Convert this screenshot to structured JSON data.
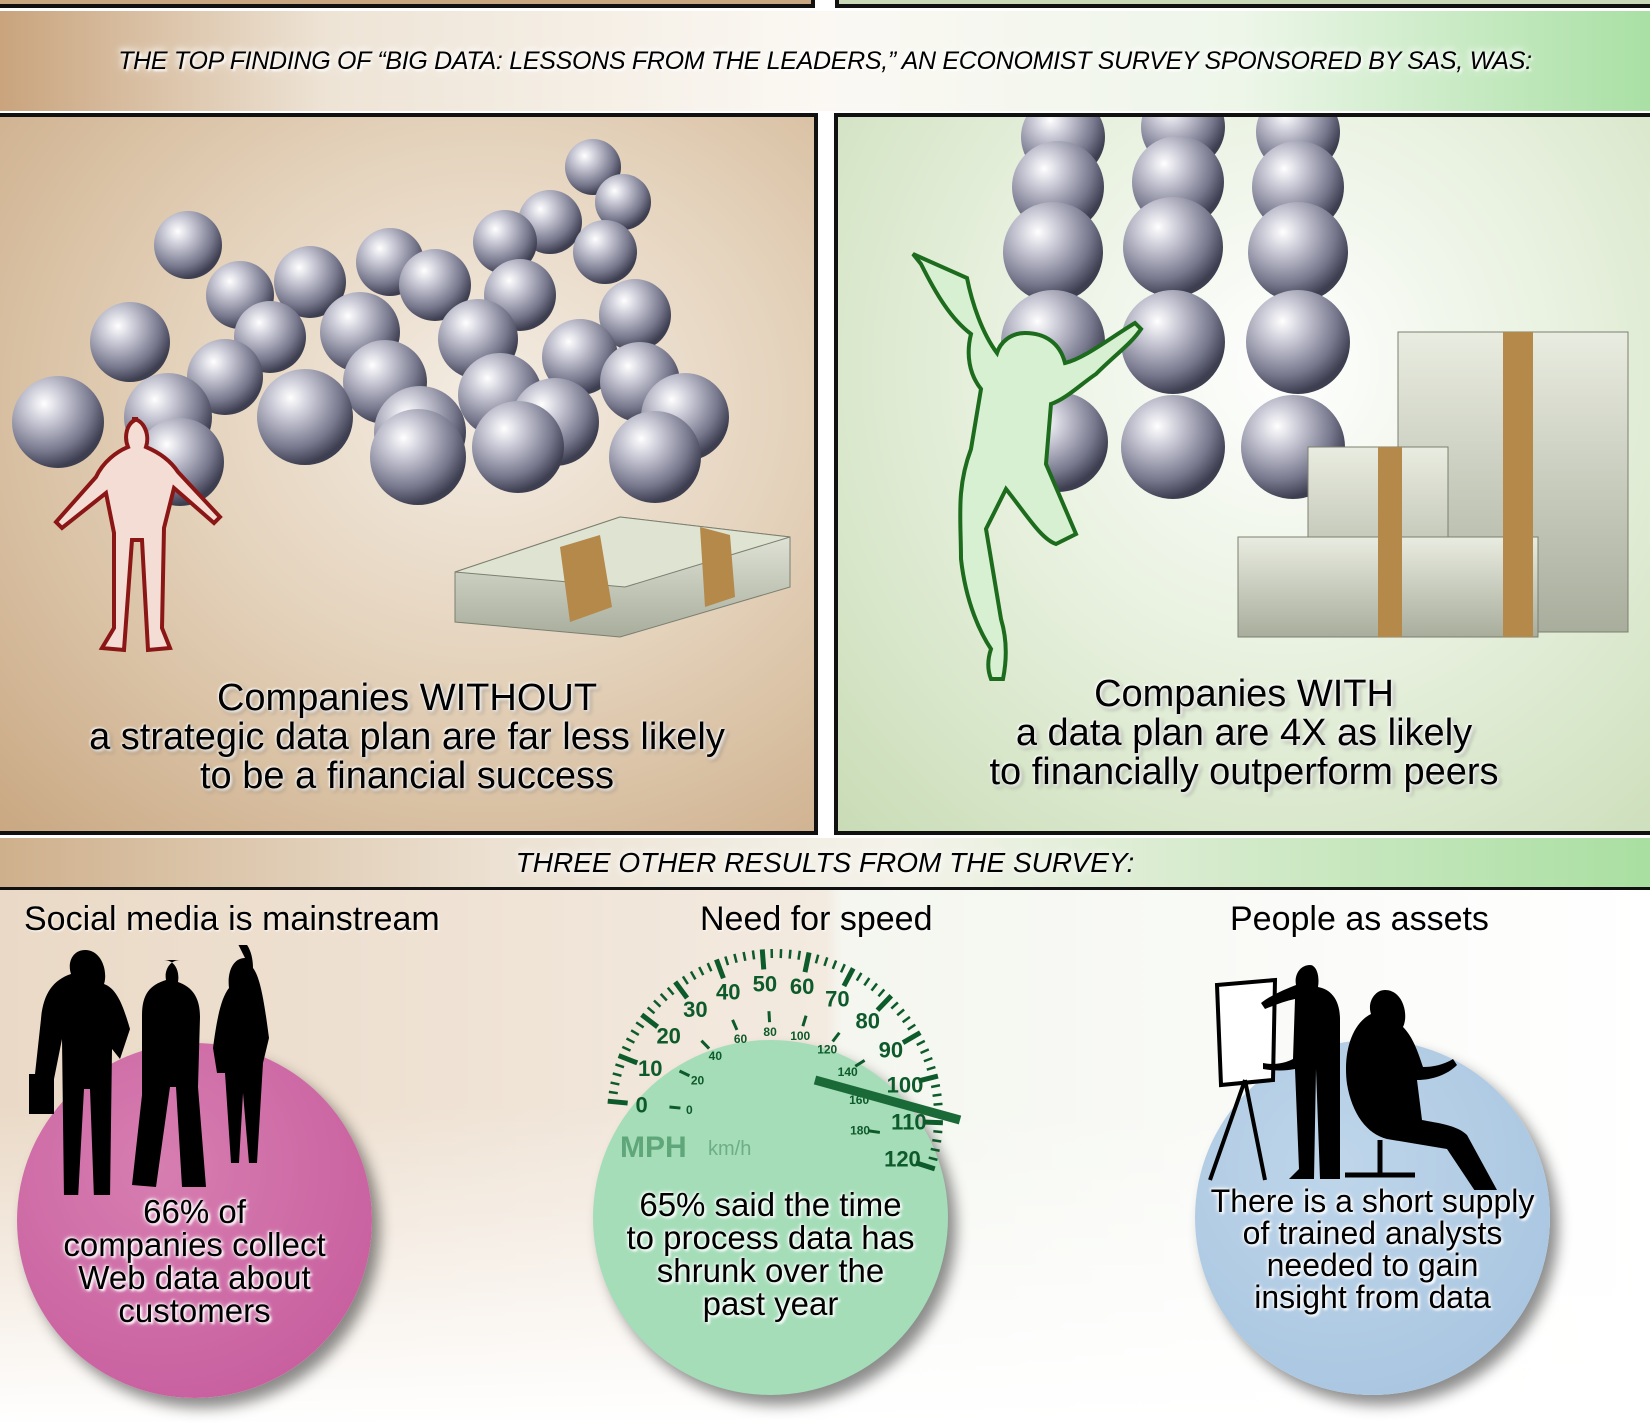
{
  "banner": {
    "text": "THE TOP FINDING OF “BIG DATA: LESSONS FROM THE LEADERS,” AN ECONOMIST SURVEY SPONSORED BY SAS, WAS:"
  },
  "panels": {
    "without": {
      "line1": "Companies WITHOUT",
      "line2": "a strategic data plan are far less likely",
      "line3": "to be a financial success"
    },
    "with": {
      "line1": "Companies WITH",
      "line2": "a data plan are 4X as likely",
      "line3": "to financially outperform peers"
    }
  },
  "section": {
    "title": "THREE OTHER RESULTS FROM THE SURVEY:"
  },
  "results": [
    {
      "heading": "Social media is mainstream",
      "lines": [
        "66% of",
        "companies collect",
        "Web data about",
        "customers"
      ],
      "color": "#c9649e"
    },
    {
      "heading": "Need for speed",
      "lines": [
        "65% said the time",
        "to process data has",
        "shrunk over the",
        "past year"
      ],
      "color": "#a4ddb8"
    },
    {
      "heading": "People as assets",
      "lines": [
        "There is a short supply",
        "of trained analysts",
        "needed to gain",
        "insight from data"
      ],
      "color": "#a9c6e0"
    }
  ],
  "speedometer": {
    "mph_labels": [
      "0",
      "10",
      "20",
      "30",
      "40",
      "50",
      "60",
      "70",
      "80",
      "90",
      "100",
      "110",
      "120"
    ],
    "kmh_labels": [
      "0",
      "20",
      "40",
      "60",
      "80",
      "100",
      "120",
      "140",
      "160",
      "180"
    ],
    "mph_unit": "MPH",
    "kmh_unit": "km/h"
  }
}
